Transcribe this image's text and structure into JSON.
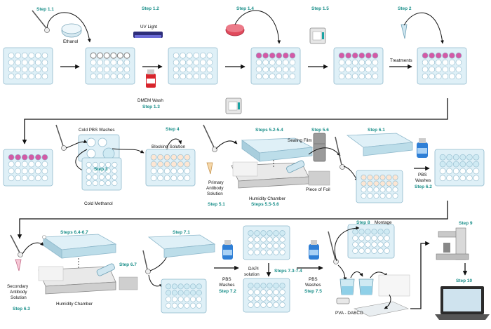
{
  "colors": {
    "step_text": "#1a8f8a",
    "plate_fill": "#dff0f7",
    "plate_edge": "#8fb9cc",
    "well_empty": "#ffffff",
    "well_pink": "#d35aa6",
    "well_peach": "#fde6d3",
    "well_blue": "#cfeaf3",
    "arrow": "#111111"
  },
  "steps": {
    "s1_1": "Step 1.1",
    "s1_2": "Step 1.2",
    "s1_3": "Step 1.3",
    "s1_4": "Step 1.4",
    "s1_5": "Step 1.5",
    "s2": "Step 2",
    "s3": "Step 3",
    "s4": "Step 4",
    "s5_2_5_4": "Steps 5.2-5.4",
    "s5_1": "Step 5.1",
    "s5_5_5_6": "Steps 5.5-5.6",
    "s5_6": "Step 5.6",
    "s6_1": "Step 6.1",
    "s6_2": "Step 6.2",
    "s6_4_6_7": "Steps 6.4-6.7",
    "s6_3": "Step 6.3",
    "s6_7": "Step 6.7",
    "s7_1": "Step 7.1",
    "s7_2": "Step 7.2",
    "s7_3_7_4": "Steps 7.3-7.4",
    "s7_5": "Step 7.5",
    "s8": "Step 8",
    "s9": "Step 9",
    "s10": "Step 10"
  },
  "labels": {
    "ethanol": "Ethanol",
    "uv_light": "UV Light",
    "dmem_wash": "DMEM Wash",
    "treatments": "Treatments",
    "cold_pbs_washes": "Cold PBS Washes",
    "cold_methanol": "Cold Methanol",
    "blocking_solution": "Blocking Solution",
    "sealing_film": "Sealing Film",
    "piece_of_foil": "Piece of Foil",
    "humidity_chamber_1": "Humidity Chamber",
    "humidity_chamber_2": "Humidity Chamber",
    "primary_1": "Primary",
    "primary_2": "Antibody",
    "primary_3": "Solution",
    "pbs_1": "PBS",
    "washes_1": "Washes",
    "pbs_2": "PBS",
    "washes_2": "Washes",
    "pbs_3": "PBS",
    "washes_3": "Washes",
    "secondary_1": "Secondary",
    "secondary_2": "Antibody",
    "secondary_3": "Solution",
    "dapi_1": "DAPI",
    "dapi_2": "solution",
    "montage": "Montage",
    "pva_dabco": "PVA - DABCO"
  }
}
